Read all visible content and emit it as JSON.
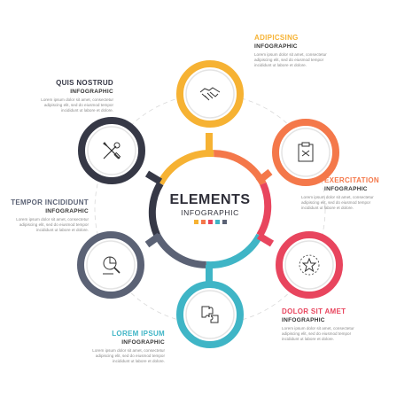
{
  "center": {
    "title": "ELEMENTS",
    "subtitle": "INFOGRAPHIC",
    "swatch_colors": [
      "#f6b233",
      "#f4784a",
      "#e8455e",
      "#3fb5c6",
      "#5b6275"
    ]
  },
  "items": [
    {
      "title": "ADIPICSING",
      "subtitle": "INFOGRAPHIC",
      "body": "Lorem ipsum dolor sit amet, consectetur adipiscing elit, sed do eiusmod tempor incididunt ut labore et dolore.",
      "color": "#f6b233",
      "icon": "handshake-icon"
    },
    {
      "title": "EXERCITATION",
      "subtitle": "INFOGRAPHIC",
      "body": "Lorem ipsum dolor sit amet, consectetur adipiscing elit, sed do eiusmod tempor incididunt ut labore et dolore.",
      "color": "#f4784a",
      "icon": "clipboard-icon"
    },
    {
      "title": "DOLOR SIT AMET",
      "subtitle": "INFOGRAPHIC",
      "body": "Lorem ipsum dolor sit amet, consectetur adipiscing elit, sed do eiusmod tempor incididunt ut labore et dolore.",
      "color": "#e8455e",
      "icon": "star-icon"
    },
    {
      "title": "LOREM IPSUM",
      "subtitle": "INFOGRAPHIC",
      "body": "Lorem ipsum dolor sit amet, consectetur adipiscing elit, sed do eiusmod tempor incididunt ut labore et dolore.",
      "color": "#3fb5c6",
      "icon": "puzzle-icon"
    },
    {
      "title": "TEMPOR INCIDIDUNT",
      "subtitle": "INFOGRAPHIC",
      "body": "Lorem ipsum dolor sit amet, consectetur adipiscing elit, sed do eiusmod tempor incididunt ut labore et dolore.",
      "color": "#5b6275",
      "icon": "chart-magnifier-icon"
    },
    {
      "title": "QUIS NOSTRUD",
      "subtitle": "INFOGRAPHIC",
      "body": "Lorem ipsum dolor sit amet, consectetur adipiscing elit, sed do eiusmod tempor incididunt ut labore et dolore.",
      "color": "#363846",
      "icon": "tools-icon"
    }
  ]
}
